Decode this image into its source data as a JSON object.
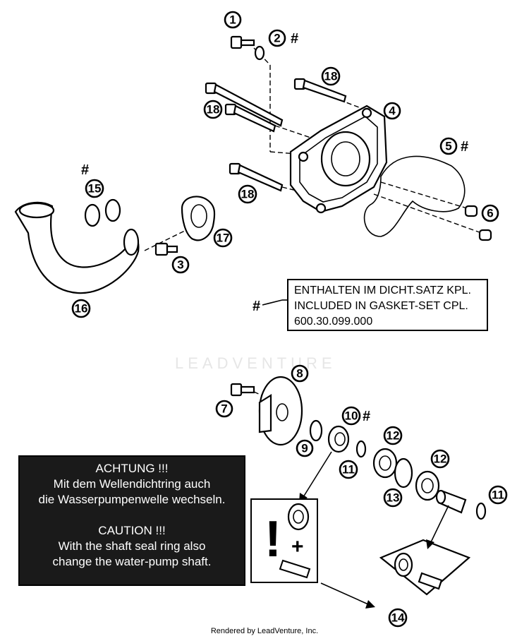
{
  "callouts": {
    "c1": "1",
    "c2": "2",
    "c3": "3",
    "c4": "4",
    "c5": "5",
    "c6": "6",
    "c7": "7",
    "c8": "8",
    "c9": "9",
    "c10": "10",
    "c11a": "11",
    "c11b": "11",
    "c12a": "12",
    "c12b": "12",
    "c13": "13",
    "c14": "14",
    "c15": "15",
    "c16": "16",
    "c17": "17",
    "c18a": "18",
    "c18b": "18",
    "c18c": "18"
  },
  "hash_symbol": "#",
  "legend": {
    "line1": "ENTHALTEN IM DICHT.SATZ KPL.",
    "line2": "INCLUDED IN GASKET-SET CPL.",
    "line3": "600.30.099.000"
  },
  "caution": {
    "de_title": "ACHTUNG !!!",
    "de_line1": "Mit dem Wellendichtring auch",
    "de_line2": "die Wasserpumpenwelle wechseln.",
    "en_title": "CAUTION !!!",
    "en_line1": "With the shaft seal ring also",
    "en_line2": "change the water-pump shaft."
  },
  "watermark": "LEADVENTURE",
  "footer": "Rendered by LeadVenture, Inc.",
  "warning_symbols": {
    "exclaim": "!",
    "plus": "+"
  }
}
